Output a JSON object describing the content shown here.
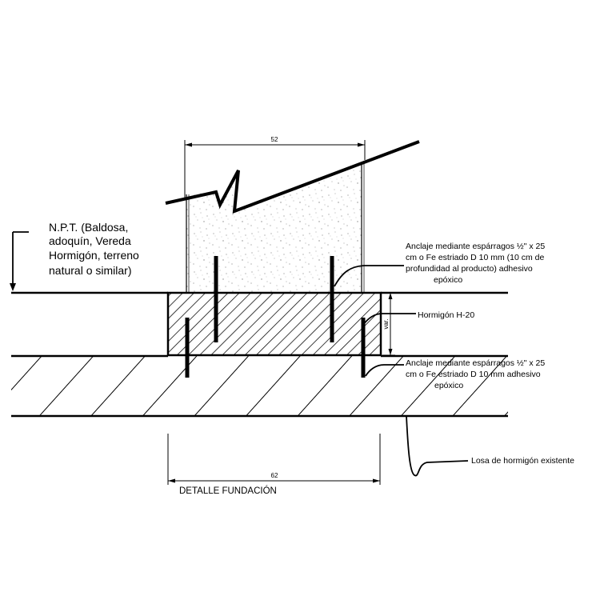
{
  "labels": {
    "npt": [
      "N.P.T. (Baldosa,",
      "adoquín, Vereda",
      "Hormigón, terreno",
      "natural o similar)"
    ],
    "anchor_top": [
      "Anclaje mediante espárragos ½\" x 25",
      "cm o Fe estriado D 10 mm (10 cm de",
      "profundidad al producto) adhesivo",
      "epóxico"
    ],
    "concrete": "Hormigón H-20",
    "anchor_bottom": [
      "Anclaje mediante espárragos ½\" x 25",
      "cm o Fe estriado D 10 mm  adhesivo",
      "epóxico"
    ],
    "slab": "Losa de hormigón existente",
    "title": "DETALLE FUNDACIÓN"
  },
  "dimensions": {
    "top": "52",
    "bottom": "62",
    "side": "var."
  },
  "colors": {
    "ink": "#000000",
    "speckle": "#8a8a8a",
    "paper": "#ffffff"
  }
}
